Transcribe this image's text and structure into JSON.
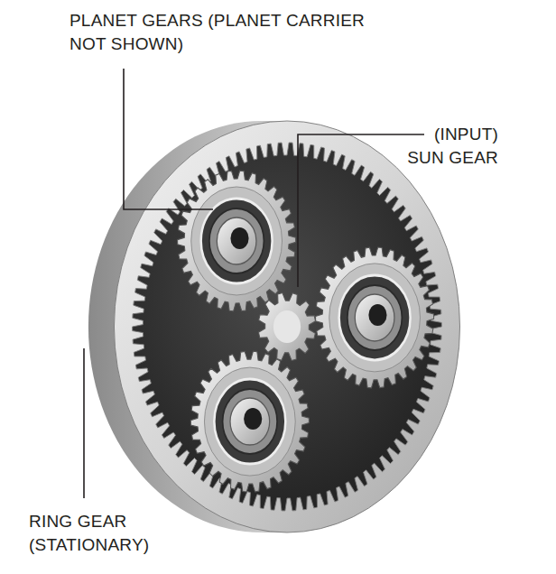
{
  "diagram": {
    "labels": [
      "PLANET GEARS (PLANET CARRIER NOT SHOWN)",
      "(INPUT) SUN GEAR",
      "RING GEAR (STATIONARY)"
    ]
  }
}
